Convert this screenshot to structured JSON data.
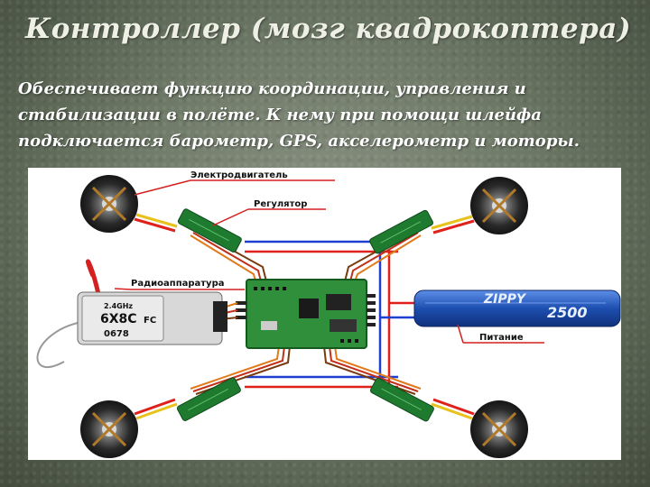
{
  "slide": {
    "title": "Контроллер (мозг квадрокоптера)",
    "description": "Обеспечивает функцию координации, управления и стабилизации в полёте. К нему при помощи шлейфа подключается барометр, GPS, акселерометр и моторы."
  },
  "diagram": {
    "labels": {
      "motor": "Электродвигатель",
      "esc": "Регулятор",
      "radio": "Радиоаппаратура",
      "power": "Питание"
    },
    "radio_module_text": [
      "2.4GHz",
      "6X8C",
      "FC",
      "0678"
    ],
    "battery_text": [
      "ZIPPY",
      "2500"
    ],
    "colors": {
      "wire_blue": "#1f3fd0",
      "wire_red": "#e0201a",
      "wire_orange": "#e07a1a",
      "board": "#2f8f3a",
      "esc": "#1e7a2e",
      "battery": "#1d4fb0",
      "label_pointer": "#d42020"
    }
  }
}
